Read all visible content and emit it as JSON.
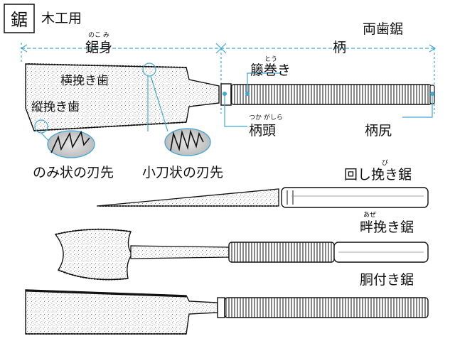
{
  "title": {
    "kanji": "鋸",
    "text": "木工用"
  },
  "parts": {
    "blade": {
      "label": "鋸身",
      "ruby": "のこ み"
    },
    "handle": {
      "label": "柄"
    },
    "crosscut_teeth": "横挽き歯",
    "rip_teeth": "縦挽き歯",
    "wrap": {
      "label": "籐巻き",
      "ruby": "とう"
    },
    "collar": {
      "label": "柄頭",
      "ruby": "つか がしら"
    },
    "butt": {
      "label": "柄尻"
    }
  },
  "tooth_shapes": {
    "chisel": "のみ状の刃先",
    "knife": "小刀状の刃先"
  },
  "saws": {
    "ryoba": "両歯鋸",
    "mawashibiki": {
      "label": "回し挽き鋸",
      "ruby": "び"
    },
    "azebiki": {
      "label": "畔挽き鋸",
      "ruby": "あぜ"
    },
    "dotsuki": {
      "label": "胴付き鋸"
    }
  },
  "colors": {
    "ink": "#111111",
    "dimension_line": "#3fa9d8",
    "tooth_detail_fill": "#c8c8c8"
  }
}
